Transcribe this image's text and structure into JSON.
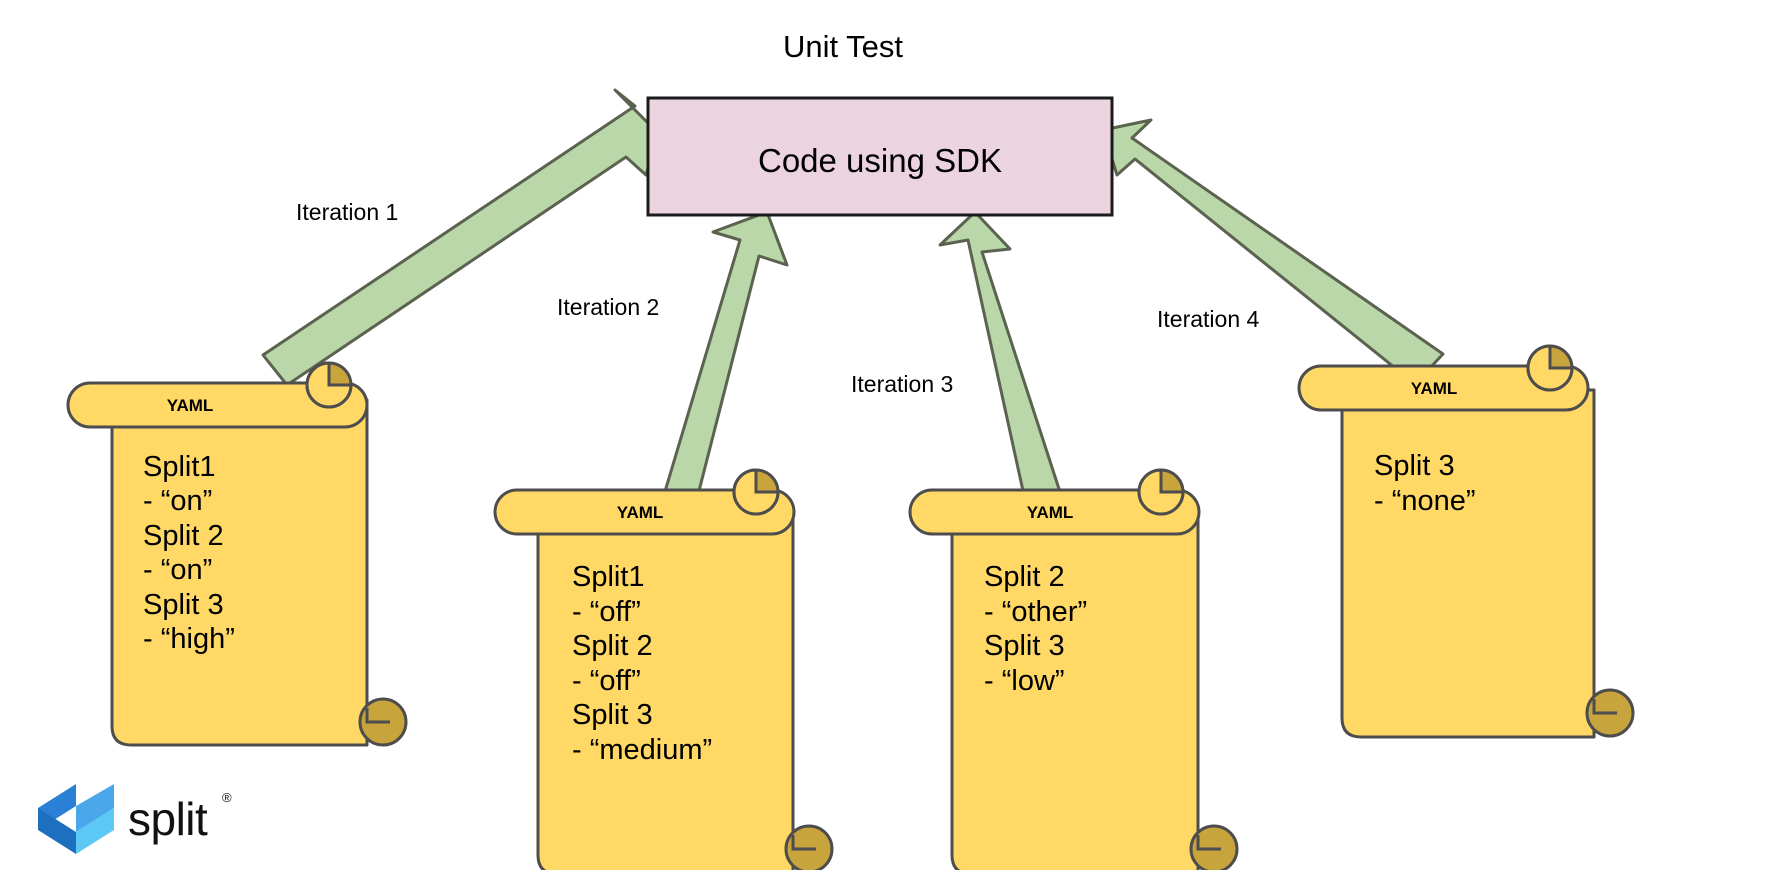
{
  "page": {
    "background": "#ffffff",
    "title": "Unit Test"
  },
  "colors": {
    "arrow_fill": "#b9d7a8",
    "arrow_stroke": "#5b6350",
    "box_fill": "#ecd3e0",
    "box_stroke": "#1a1a1a",
    "scroll_fill": "#ffd866",
    "scroll_stroke": "#4d4d4d",
    "curl_fill": "#c8a43c",
    "logo_blue_dark": "#2b7fd4",
    "logo_blue_light": "#5bc8f5",
    "text": "#000000"
  },
  "sdk_box": {
    "label": "Code using SDK"
  },
  "arrows": [
    {
      "name": "arrow-iteration-1",
      "label": "Iteration 1"
    },
    {
      "name": "arrow-iteration-2",
      "label": "Iteration 2"
    },
    {
      "name": "arrow-iteration-3",
      "label": "Iteration 3"
    },
    {
      "name": "arrow-iteration-4",
      "label": "Iteration 4"
    }
  ],
  "scrolls": [
    {
      "id": "yaml-1",
      "header": "YAML",
      "lines": [
        "Split1",
        " - “on”",
        "Split 2",
        "- “on”",
        "Split 3",
        "- “high”"
      ]
    },
    {
      "id": "yaml-2",
      "header": "YAML",
      "lines": [
        "Split1",
        " - “off”",
        "Split 2",
        "- “off”",
        "Split 3",
        "- “medium”"
      ]
    },
    {
      "id": "yaml-3",
      "header": "YAML",
      "lines": [
        "Split 2",
        "- “other”",
        "Split 3",
        "- “low”"
      ]
    },
    {
      "id": "yaml-4",
      "header": "YAML",
      "lines": [
        "Split 3",
        "- “none”"
      ]
    }
  ],
  "logo": {
    "name": "split-logo",
    "wordmark": "split",
    "trademark": "®"
  }
}
